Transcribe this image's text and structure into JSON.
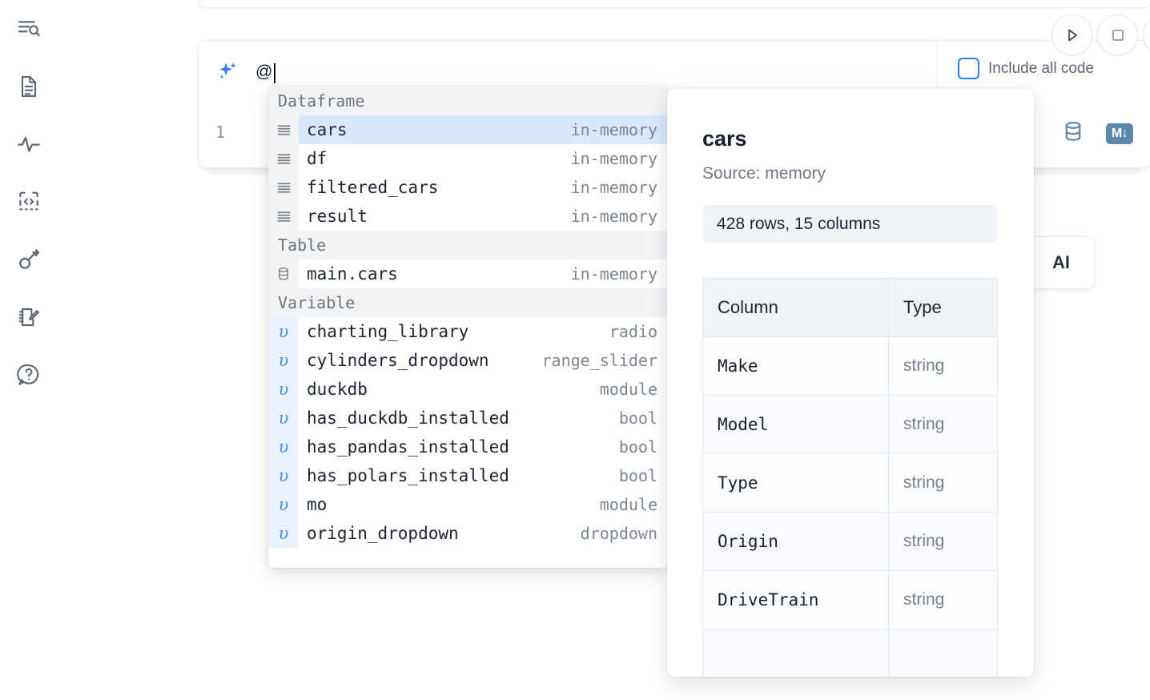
{
  "rail": {
    "items": [
      {
        "name": "search-outline-icon",
        "label": "Outline search"
      },
      {
        "name": "file-icon",
        "label": "Files"
      },
      {
        "name": "activity-icon",
        "label": "Runtime activity"
      },
      {
        "name": "code-snippet-icon",
        "label": "Snippets"
      },
      {
        "name": "key-icon",
        "label": "Secrets"
      },
      {
        "name": "scratchpad-icon",
        "label": "Scratchpad"
      },
      {
        "name": "help-icon",
        "label": "Help"
      }
    ]
  },
  "toolbar": {
    "run_label": "Run",
    "stop_label": "Stop",
    "extra_label": "More",
    "include_all_code_label": "Include all code",
    "include_all_code_checked": false,
    "accent_color": "#2b7fef"
  },
  "prompt": {
    "icon": "sparkle-icon",
    "value": "@",
    "placeholder": ""
  },
  "code_cell": {
    "line_number": "1",
    "sql_icon": "database-icon",
    "markdown_icon": "markdown-icon",
    "markdown_label": "M"
  },
  "ai_chip": {
    "label": "AI"
  },
  "completion": {
    "sections": [
      {
        "header": "Dataframe",
        "items": [
          {
            "icon": "dataframe-icon",
            "name": "cars",
            "type": "in-memory",
            "selected": true,
            "kind": "frame"
          },
          {
            "icon": "dataframe-icon",
            "name": "df",
            "type": "in-memory",
            "selected": false,
            "kind": "frame"
          },
          {
            "icon": "dataframe-icon",
            "name": "filtered_cars",
            "type": "in-memory",
            "selected": false,
            "kind": "frame"
          },
          {
            "icon": "dataframe-icon",
            "name": "result",
            "type": "in-memory",
            "selected": false,
            "kind": "frame"
          }
        ]
      },
      {
        "header": "Table",
        "items": [
          {
            "icon": "database-icon",
            "name": "main.cars",
            "type": "in-memory",
            "selected": false,
            "kind": "frame"
          }
        ]
      },
      {
        "header": "Variable",
        "items": [
          {
            "icon": "variable-icon",
            "name": "charting_library",
            "type": "radio",
            "selected": false,
            "kind": "var"
          },
          {
            "icon": "variable-icon",
            "name": "cylinders_dropdown",
            "type": "range_slider",
            "selected": false,
            "kind": "var"
          },
          {
            "icon": "variable-icon",
            "name": "duckdb",
            "type": "module",
            "selected": false,
            "kind": "var"
          },
          {
            "icon": "variable-icon",
            "name": "has_duckdb_installed",
            "type": "bool",
            "selected": false,
            "kind": "var"
          },
          {
            "icon": "variable-icon",
            "name": "has_pandas_installed",
            "type": "bool",
            "selected": false,
            "kind": "var"
          },
          {
            "icon": "variable-icon",
            "name": "has_polars_installed",
            "type": "bool",
            "selected": false,
            "kind": "var"
          },
          {
            "icon": "variable-icon",
            "name": "mo",
            "type": "module",
            "selected": false,
            "kind": "var"
          },
          {
            "icon": "variable-icon",
            "name": "origin_dropdown",
            "type": "dropdown",
            "selected": false,
            "kind": "var"
          }
        ]
      }
    ],
    "variable_glyph": "υ"
  },
  "doc_panel": {
    "title": "cars",
    "source": "Source: memory",
    "shape": "428 rows, 15 columns",
    "table": {
      "headers": [
        "Column",
        "Type"
      ],
      "rows": [
        [
          "Make",
          "string"
        ],
        [
          "Model",
          "string"
        ],
        [
          "Type",
          "string"
        ],
        [
          "Origin",
          "string"
        ],
        [
          "DriveTrain",
          "string"
        ]
      ]
    }
  }
}
